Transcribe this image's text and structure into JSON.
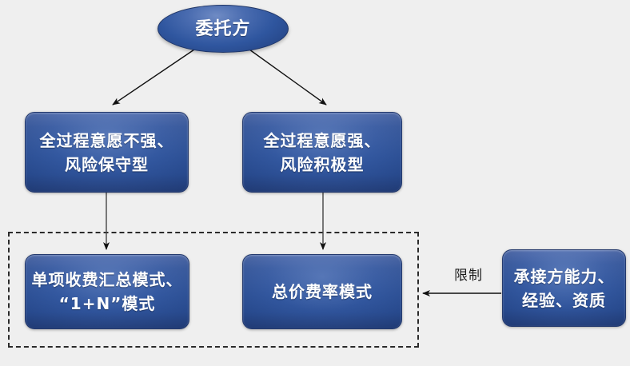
{
  "diagram": {
    "background_color": "#efefef",
    "node_fill_color": "#2f559d",
    "node_text_color": "#ffffff",
    "connector_color": "#1a1a1a",
    "group_border_style": "dashed",
    "nodes": {
      "client": {
        "label": "委托方",
        "shape": "ellipse"
      },
      "low_will": {
        "label": "全过程意愿不强、\n风险保守型",
        "line1": "全过程意愿不强、",
        "line2": "风险保守型",
        "shape": "rounded-rect"
      },
      "high_will": {
        "label": "全过程意愿强、\n风险积极型",
        "line1": "全过程意愿强、",
        "line2": "风险积极型",
        "shape": "rounded-rect"
      },
      "itemized": {
        "label": "单项收费汇总模式、\n“1+N”模式",
        "line1": "单项收费汇总模式、",
        "line2": "“1+N”模式",
        "shape": "rounded-rect"
      },
      "lumpsum": {
        "label": "总价费率模式",
        "line1": "总价费率模式",
        "shape": "rounded-rect"
      },
      "capability": {
        "label": "承接方能力、\n经验、资质",
        "line1": "承接方能力、",
        "line2": "经验、资质",
        "shape": "rounded-rect"
      }
    },
    "edges": [
      {
        "from": "client",
        "to": "low_will",
        "label": ""
      },
      {
        "from": "client",
        "to": "high_will",
        "label": ""
      },
      {
        "from": "low_will",
        "to": "itemized",
        "label": ""
      },
      {
        "from": "high_will",
        "to": "lumpsum",
        "label": ""
      },
      {
        "from": "capability",
        "to": "fee_model_group",
        "label": "限制"
      }
    ],
    "edge_labels": {
      "restrict": "限制"
    }
  }
}
